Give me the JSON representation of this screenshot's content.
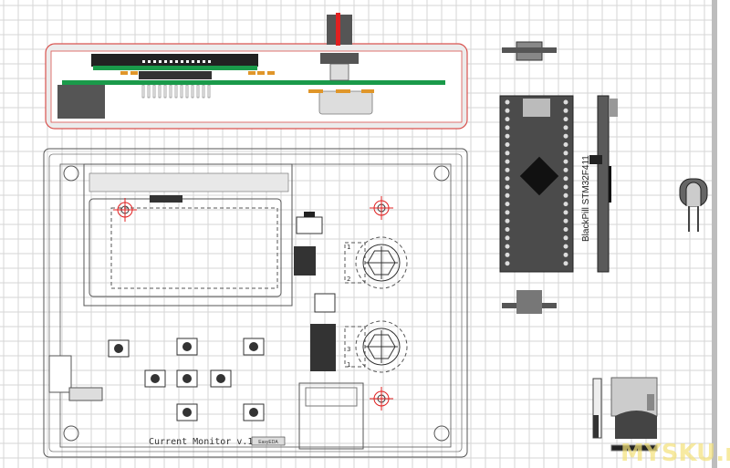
{
  "pcb": {
    "title_label": "Current Monitor v.1.0",
    "logo_label": "EasyEDA"
  },
  "module": {
    "label": "BlackPill STM32F411"
  },
  "encoder_labels": [
    "1",
    "2",
    "3",
    "1"
  ],
  "watermark": "MYSKU.ru",
  "colors": {
    "grid": "#d6d6d6",
    "pcb_green": "#1a9a4a",
    "enclosure_outline": "#d9534f",
    "pad_orange": "#e0962a",
    "module_body": "#555555",
    "mount_hole": "#e02020"
  }
}
